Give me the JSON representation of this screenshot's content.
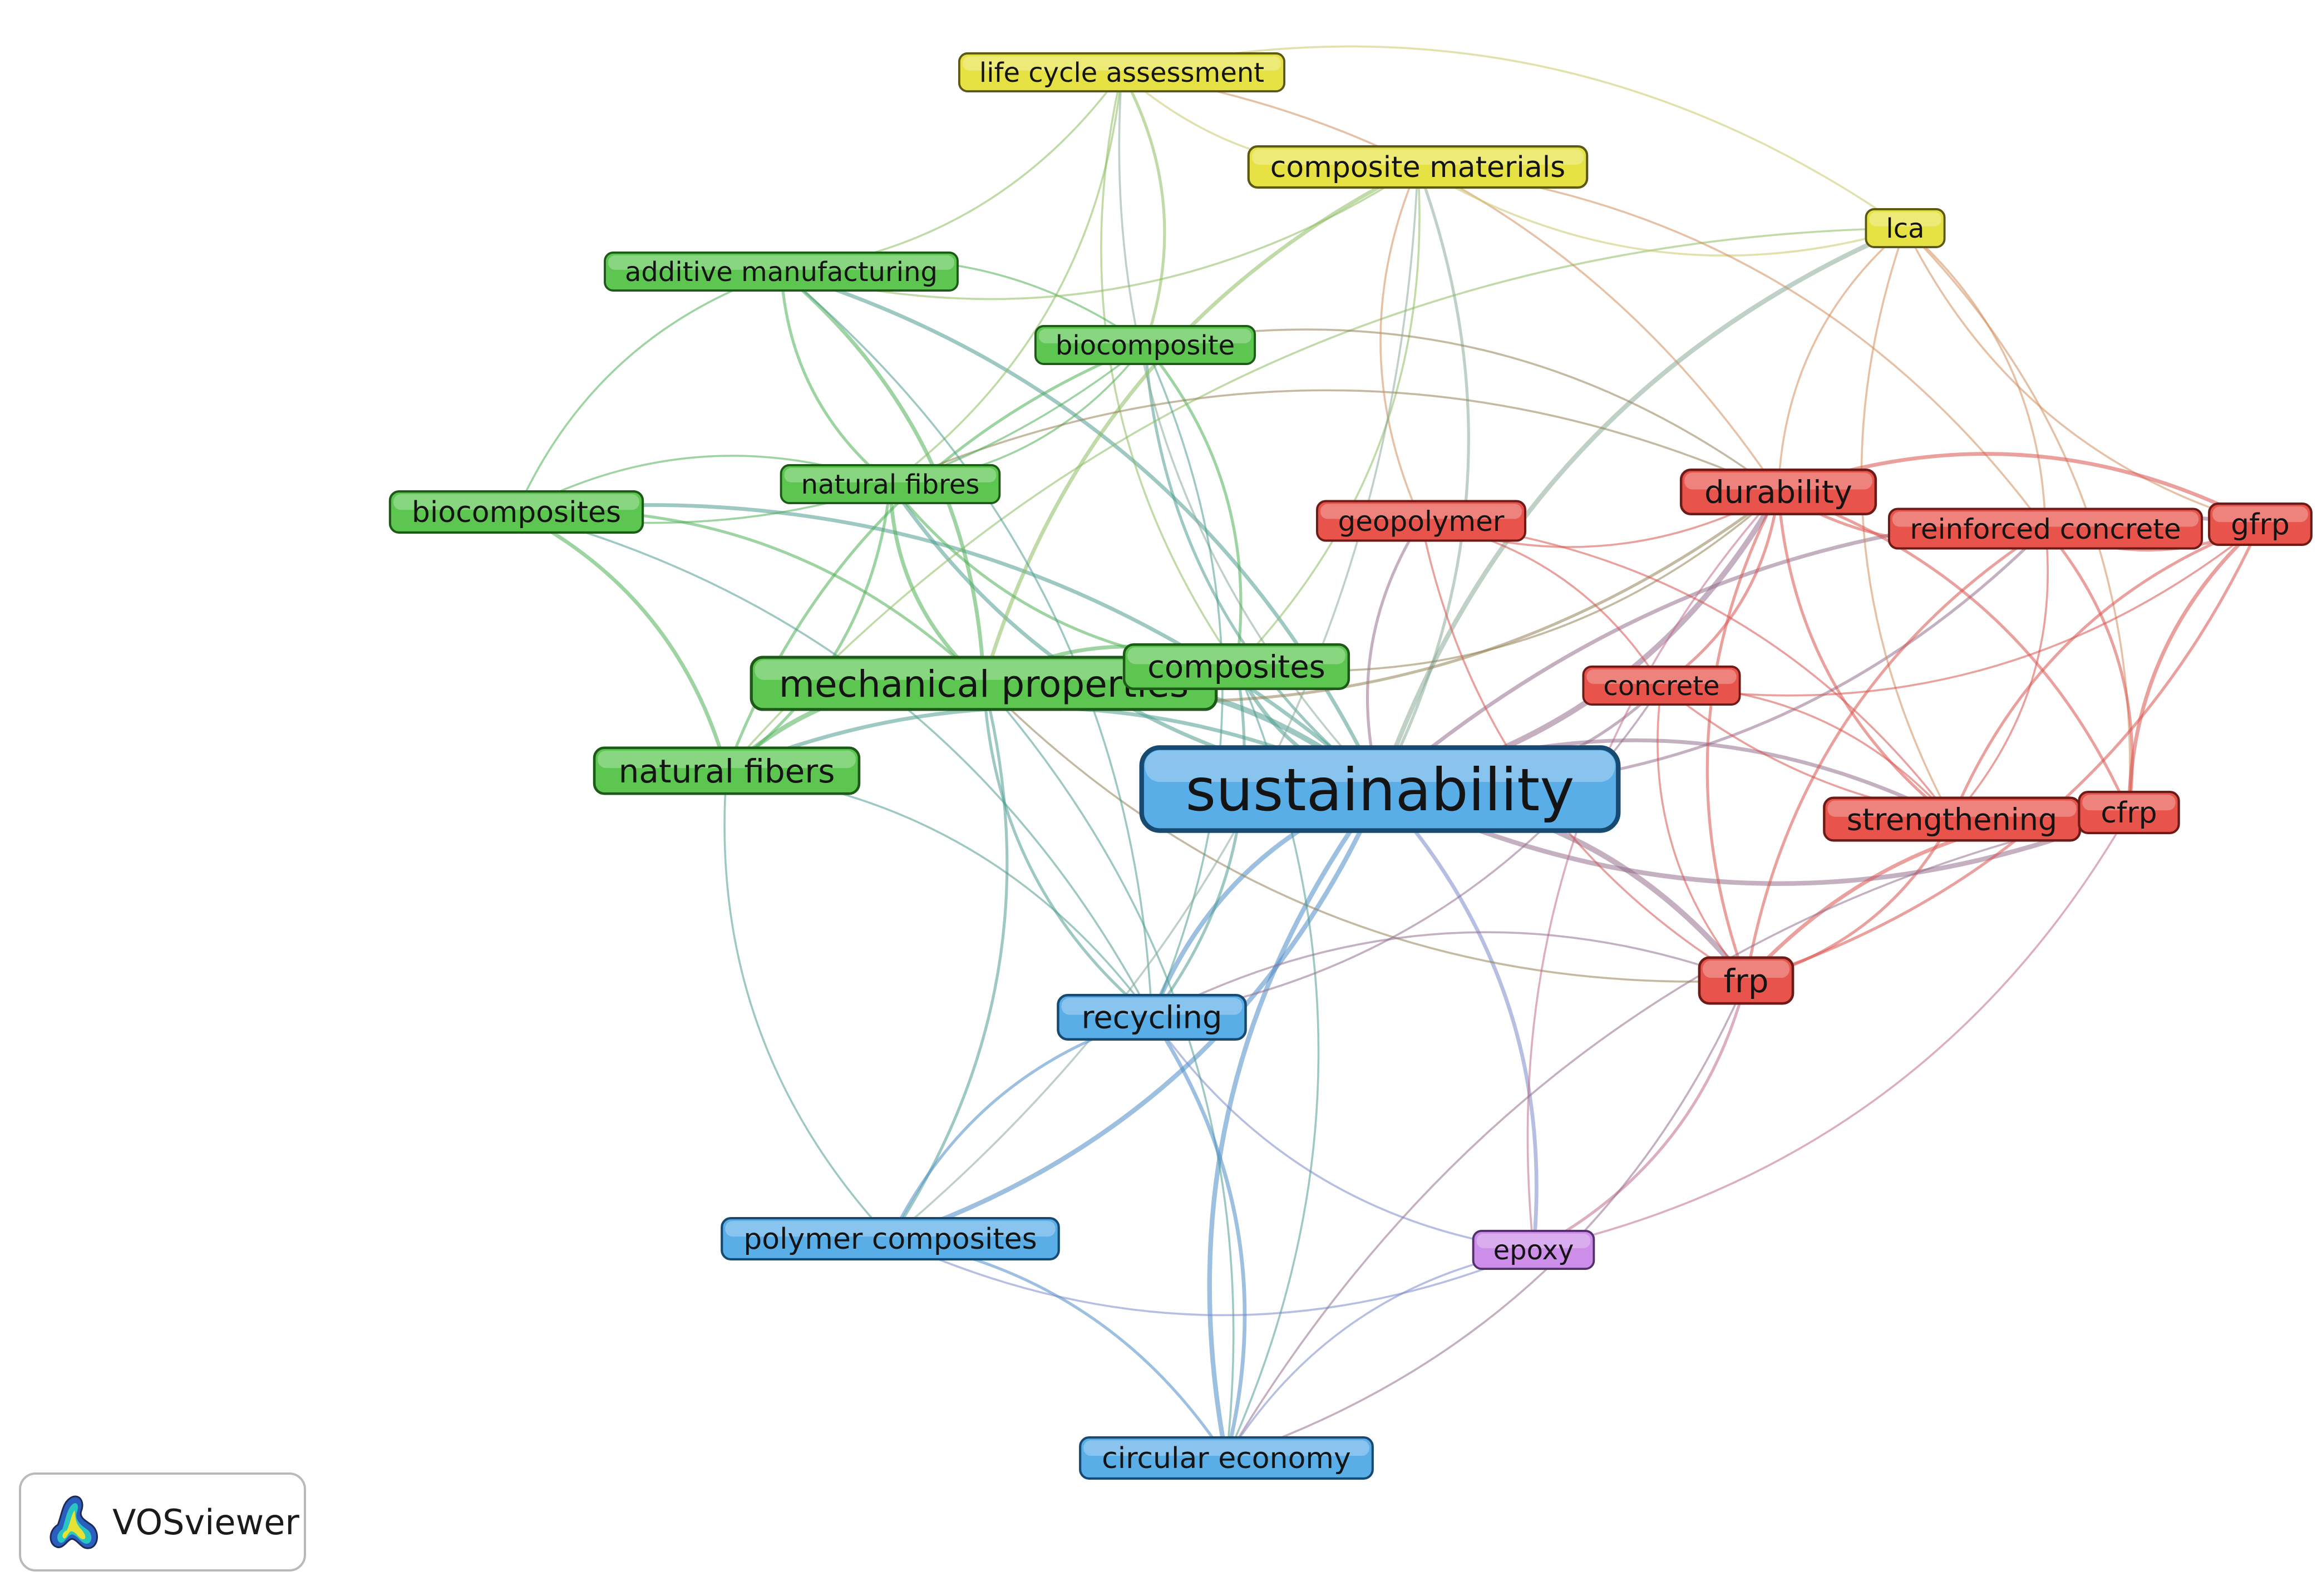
{
  "clusters": {
    "red": {
      "fill": "#e8544c",
      "stroke": "#6e1a16",
      "edge": "#d9534f"
    },
    "green": {
      "fill": "#5cc650",
      "stroke": "#1d5a18",
      "edge": "#4fae56"
    },
    "blue": {
      "fill": "#5aaee8",
      "stroke": "#174a70",
      "edge": "#4d8cc8"
    },
    "yellow": {
      "fill": "#e6e244",
      "stroke": "#5a5814",
      "edge": "#c9c86a"
    },
    "purple": {
      "fill": "#cc8ee8",
      "stroke": "#53306a",
      "edge": "#a783c9"
    }
  },
  "nodes": [
    {
      "id": "sustainability",
      "label": "sustainability",
      "cluster": "blue",
      "weight": 5
    },
    {
      "id": "mechanical_properties",
      "label": "mechanical properties",
      "cluster": "green",
      "weight": 3
    },
    {
      "id": "composites",
      "label": "composites",
      "cluster": "green",
      "weight": 2
    },
    {
      "id": "natural_fibers",
      "label": "natural fibers",
      "cluster": "green",
      "weight": 2
    },
    {
      "id": "natural_fibres",
      "label": "natural fibres",
      "cluster": "green",
      "weight": 1
    },
    {
      "id": "biocomposites",
      "label": "biocomposites",
      "cluster": "green",
      "weight": 1.5
    },
    {
      "id": "biocomposite",
      "label": "biocomposite",
      "cluster": "green",
      "weight": 1
    },
    {
      "id": "additive_manufacturing",
      "label": "additive manufacturing",
      "cluster": "green",
      "weight": 1
    },
    {
      "id": "life_cycle_assessment",
      "label": "life cycle assessment",
      "cluster": "yellow",
      "weight": 1
    },
    {
      "id": "composite_materials",
      "label": "composite materials",
      "cluster": "yellow",
      "weight": 1.5
    },
    {
      "id": "lca",
      "label": "lca",
      "cluster": "yellow",
      "weight": 1
    },
    {
      "id": "durability",
      "label": "durability",
      "cluster": "red",
      "weight": 2
    },
    {
      "id": "geopolymer",
      "label": "geopolymer",
      "cluster": "red",
      "weight": 1.2
    },
    {
      "id": "reinforced_concrete",
      "label": "reinforced concrete",
      "cluster": "red",
      "weight": 1.2
    },
    {
      "id": "gfrp",
      "label": "gfrp",
      "cluster": "red",
      "weight": 1.5
    },
    {
      "id": "concrete",
      "label": "concrete",
      "cluster": "red",
      "weight": 1.2
    },
    {
      "id": "strengthening",
      "label": "strengthening",
      "cluster": "red",
      "weight": 1.5
    },
    {
      "id": "cfrp",
      "label": "cfrp",
      "cluster": "red",
      "weight": 1.5
    },
    {
      "id": "frp",
      "label": "frp",
      "cluster": "red",
      "weight": 2
    },
    {
      "id": "recycling",
      "label": "recycling",
      "cluster": "blue",
      "weight": 2
    },
    {
      "id": "polymer_composites",
      "label": "polymer composites",
      "cluster": "blue",
      "weight": 1.5
    },
    {
      "id": "circular_economy",
      "label": "circular economy",
      "cluster": "blue",
      "weight": 1.2
    },
    {
      "id": "epoxy",
      "label": "epoxy",
      "cluster": "purple",
      "weight": 1.2
    }
  ],
  "links": [
    [
      "sustainability",
      "mechanical_properties",
      5
    ],
    [
      "sustainability",
      "composites",
      3
    ],
    [
      "sustainability",
      "natural_fibers",
      3
    ],
    [
      "sustainability",
      "natural_fibres",
      3
    ],
    [
      "sustainability",
      "biocomposites",
      3
    ],
    [
      "sustainability",
      "biocomposite",
      2
    ],
    [
      "sustainability",
      "additive_manufacturing",
      3
    ],
    [
      "sustainability",
      "life_cycle_assessment",
      1
    ],
    [
      "sustainability",
      "composite_materials",
      2
    ],
    [
      "sustainability",
      "lca",
      4
    ],
    [
      "sustainability",
      "durability",
      5
    ],
    [
      "sustainability",
      "geopolymer",
      2
    ],
    [
      "sustainability",
      "reinforced_concrete",
      2
    ],
    [
      "sustainability",
      "gfrp",
      3
    ],
    [
      "sustainability",
      "concrete",
      2
    ],
    [
      "sustainability",
      "strengthening",
      3
    ],
    [
      "sustainability",
      "cfrp",
      4
    ],
    [
      "sustainability",
      "frp",
      5
    ],
    [
      "sustainability",
      "recycling",
      4
    ],
    [
      "sustainability",
      "polymer_composites",
      4
    ],
    [
      "sustainability",
      "circular_economy",
      4
    ],
    [
      "sustainability",
      "epoxy",
      3
    ],
    [
      "mechanical_properties",
      "natural_fibers",
      4
    ],
    [
      "mechanical_properties",
      "natural_fibres",
      3
    ],
    [
      "mechanical_properties",
      "biocomposites",
      2
    ],
    [
      "mechanical_properties",
      "composites",
      3
    ],
    [
      "mechanical_properties",
      "additive_manufacturing",
      3
    ],
    [
      "mechanical_properties",
      "composite_materials",
      3
    ],
    [
      "mechanical_properties",
      "recycling",
      2
    ],
    [
      "mechanical_properties",
      "polymer_composites",
      2
    ],
    [
      "mechanical_properties",
      "durability",
      2
    ],
    [
      "mechanical_properties",
      "circular_economy",
      1
    ],
    [
      "mechanical_properties",
      "frp",
      1
    ],
    [
      "composites",
      "natural_fibres",
      2
    ],
    [
      "composites",
      "biocomposite",
      2
    ],
    [
      "composites",
      "recycling",
      2
    ],
    [
      "composites",
      "composite_materials",
      1
    ],
    [
      "composites",
      "life_cycle_assessment",
      1
    ],
    [
      "composites",
      "durability",
      1
    ],
    [
      "composites",
      "circular_economy",
      1
    ],
    [
      "natural_fibers",
      "biocomposites",
      3
    ],
    [
      "natural_fibers",
      "biocomposite",
      2
    ],
    [
      "natural_fibers",
      "natural_fibres",
      2
    ],
    [
      "natural_fibers",
      "recycling",
      1
    ],
    [
      "natural_fibers",
      "polymer_composites",
      1
    ],
    [
      "natural_fibers",
      "lca",
      1
    ],
    [
      "natural_fibres",
      "biocomposites",
      1
    ],
    [
      "natural_fibres",
      "additive_manufacturing",
      2
    ],
    [
      "natural_fibres",
      "biocomposite",
      1
    ],
    [
      "natural_fibres",
      "durability",
      1
    ],
    [
      "natural_fibres",
      "life_cycle_assessment",
      1
    ],
    [
      "biocomposites",
      "additive_manufacturing",
      1
    ],
    [
      "biocomposites",
      "biocomposite",
      1
    ],
    [
      "biocomposites",
      "recycling",
      1
    ],
    [
      "biocomposite",
      "additive_manufacturing",
      1
    ],
    [
      "biocomposite",
      "durability",
      1
    ],
    [
      "biocomposite",
      "life_cycle_assessment",
      2
    ],
    [
      "biocomposite",
      "recycling",
      1
    ],
    [
      "additive_manufacturing",
      "life_cycle_assessment",
      1
    ],
    [
      "additive_manufacturing",
      "recycling",
      1
    ],
    [
      "additive_manufacturing",
      "composite_materials",
      1
    ],
    [
      "life_cycle_assessment",
      "lca",
      1
    ],
    [
      "life_cycle_assessment",
      "composite_materials",
      1
    ],
    [
      "life_cycle_assessment",
      "durability",
      1
    ],
    [
      "composite_materials",
      "lca",
      1
    ],
    [
      "composite_materials",
      "reinforced_concrete",
      1
    ],
    [
      "composite_materials",
      "geopolymer",
      1
    ],
    [
      "composite_materials",
      "polymer_composites",
      1
    ],
    [
      "lca",
      "durability",
      1
    ],
    [
      "lca",
      "reinforced_concrete",
      1
    ],
    [
      "lca",
      "gfrp",
      1
    ],
    [
      "lca",
      "cfrp",
      1
    ],
    [
      "lca",
      "strengthening",
      1
    ],
    [
      "durability",
      "gfrp",
      3
    ],
    [
      "durability",
      "reinforced_concrete",
      2
    ],
    [
      "durability",
      "concrete",
      2
    ],
    [
      "durability",
      "frp",
      2
    ],
    [
      "durability",
      "cfrp",
      2
    ],
    [
      "durability",
      "strengthening",
      2
    ],
    [
      "durability",
      "geopolymer",
      1
    ],
    [
      "durability",
      "epoxy",
      1
    ],
    [
      "geopolymer",
      "concrete",
      1
    ],
    [
      "geopolymer",
      "frp",
      1
    ],
    [
      "geopolymer",
      "strengthening",
      1
    ],
    [
      "reinforced_concrete",
      "gfrp",
      2
    ],
    [
      "reinforced_concrete",
      "cfrp",
      2
    ],
    [
      "reinforced_concrete",
      "frp",
      2
    ],
    [
      "reinforced_concrete",
      "strengthening",
      1
    ],
    [
      "gfrp",
      "cfrp",
      3
    ],
    [
      "gfrp",
      "frp",
      2
    ],
    [
      "gfrp",
      "strengthening",
      2
    ],
    [
      "gfrp",
      "concrete",
      1
    ],
    [
      "concrete",
      "frp",
      1
    ],
    [
      "concrete",
      "strengthening",
      1
    ],
    [
      "concrete",
      "cfrp",
      1
    ],
    [
      "concrete",
      "recycling",
      1
    ],
    [
      "strengthening",
      "cfrp",
      2
    ],
    [
      "strengthening",
      "frp",
      2
    ],
    [
      "cfrp",
      "frp",
      3
    ],
    [
      "cfrp",
      "epoxy",
      1
    ],
    [
      "cfrp",
      "circular_economy",
      1
    ],
    [
      "frp",
      "epoxy",
      2
    ],
    [
      "frp",
      "recycling",
      1
    ],
    [
      "frp",
      "circular_economy",
      1
    ],
    [
      "recycling",
      "polymer_composites",
      2
    ],
    [
      "recycling",
      "circular_economy",
      3
    ],
    [
      "recycling",
      "epoxy",
      1
    ],
    [
      "polymer_composites",
      "circular_economy",
      2
    ],
    [
      "polymer_composites",
      "epoxy",
      1
    ],
    [
      "circular_economy",
      "epoxy",
      1
    ]
  ],
  "brand": {
    "name": "VOSviewer",
    "logo_icon": "vosviewer-logo-icon"
  }
}
